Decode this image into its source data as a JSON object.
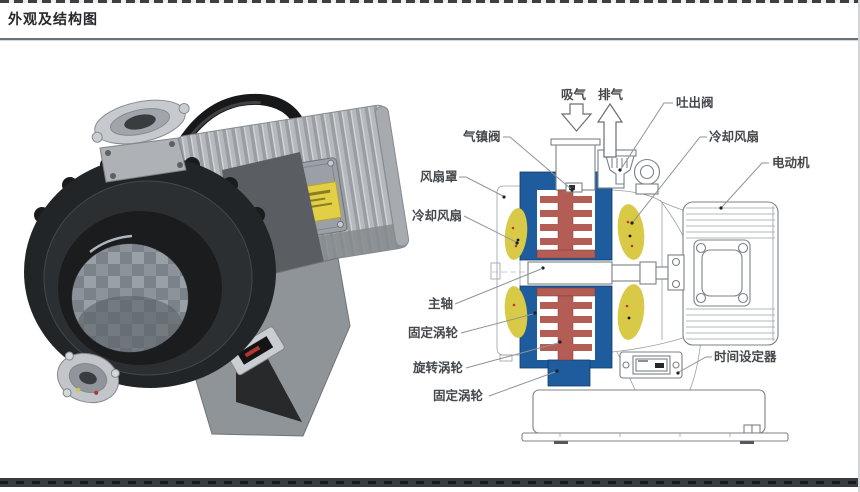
{
  "page": {
    "title": "外观及结构图"
  },
  "diagram": {
    "flow_labels": {
      "intake": "吸气",
      "exhaust": "排气"
    },
    "part_labels": {
      "discharge_valve": "吐出阀",
      "cooling_fan_right": "冷却风扇",
      "motor": "电动机",
      "gas_ballast_valve": "气镇阀",
      "fan_cover": "风扇罩",
      "cooling_fan_left": "冷却风扇",
      "main_shaft": "主轴",
      "fixed_scroll_upper": "固定涡轮",
      "orbiting_scroll": "旋转涡轮",
      "fixed_scroll_lower": "固定涡轮",
      "timer": "时间设定器"
    },
    "colors": {
      "fixed_scroll": "#1e5c9e",
      "orbiting_scroll": "#b35d55",
      "cooling_fan": "#d8ca46",
      "outline_gray": "#8f9497",
      "label_text": "#44484c"
    }
  },
  "photo": {
    "colors": {
      "housing_black": "#1c1e20",
      "motor_silver": "#b6babe",
      "base_gray": "#8f9499",
      "warning_label_yellow": "#e3cf45"
    }
  }
}
